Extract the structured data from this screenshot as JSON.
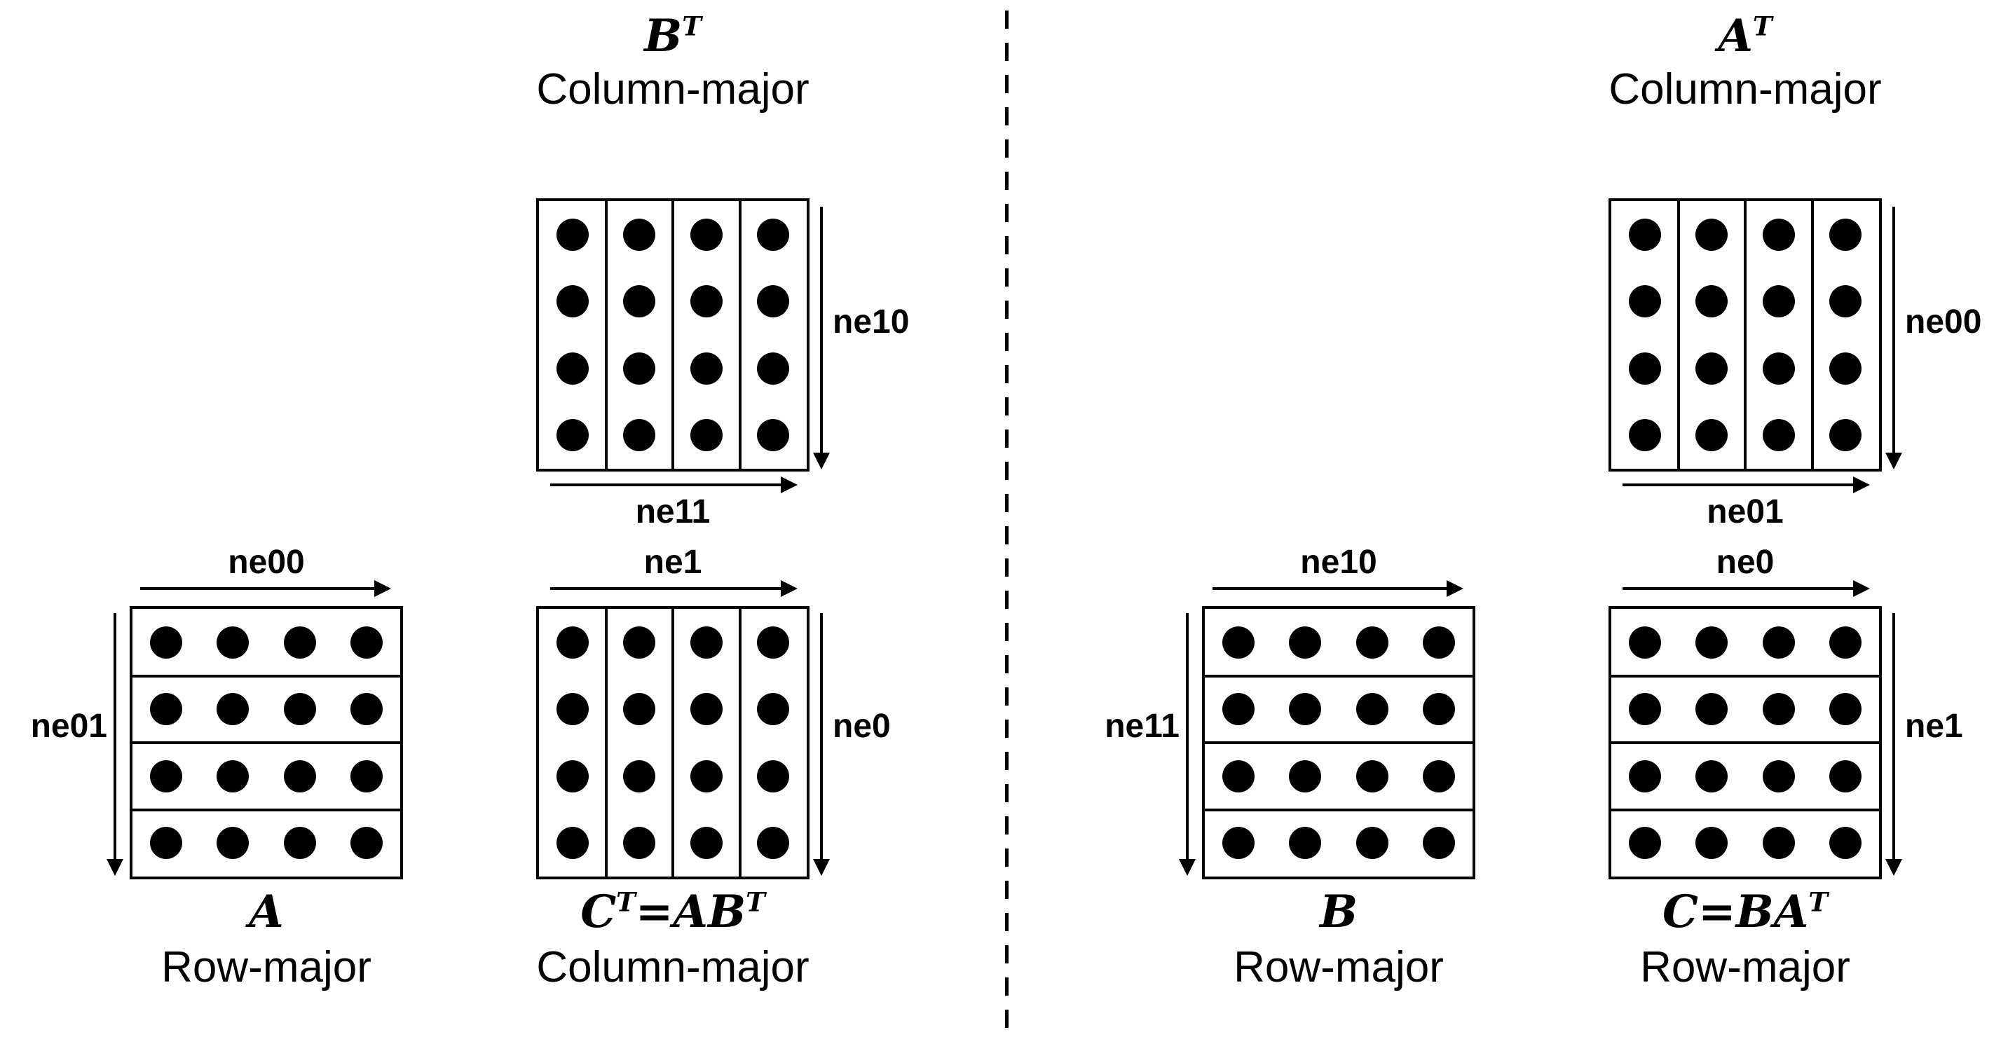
{
  "figure": {
    "colors": {
      "ink": "#000000",
      "background": "#ffffff"
    }
  },
  "grid": {
    "rows": 4,
    "cols": 4
  },
  "panels": {
    "left": {
      "top_matrix": {
        "title_math": "B^T",
        "layout": "Column-major",
        "orientation": "column",
        "arrow_right": "ne10",
        "arrow_bottom": "ne11"
      },
      "bottom_left_matrix": {
        "title_math": "A",
        "layout": "Row-major",
        "orientation": "row",
        "arrow_top": "ne00",
        "arrow_left": "ne01"
      },
      "bottom_right_matrix": {
        "title_math": "C^T=AB^T",
        "layout": "Column-major",
        "orientation": "column",
        "arrow_top": "ne1",
        "arrow_right": "ne0"
      }
    },
    "right": {
      "top_matrix": {
        "title_math": "A^T",
        "layout": "Column-major",
        "orientation": "column",
        "arrow_right": "ne00",
        "arrow_bottom": "ne01"
      },
      "bottom_left_matrix": {
        "title_math": "B",
        "layout": "Row-major",
        "orientation": "row",
        "arrow_top": "ne10",
        "arrow_left": "ne11"
      },
      "bottom_right_matrix": {
        "title_math": "C=BA^T",
        "layout": "Row-major",
        "orientation": "row",
        "arrow_top": "ne0",
        "arrow_right": "ne1"
      }
    }
  }
}
